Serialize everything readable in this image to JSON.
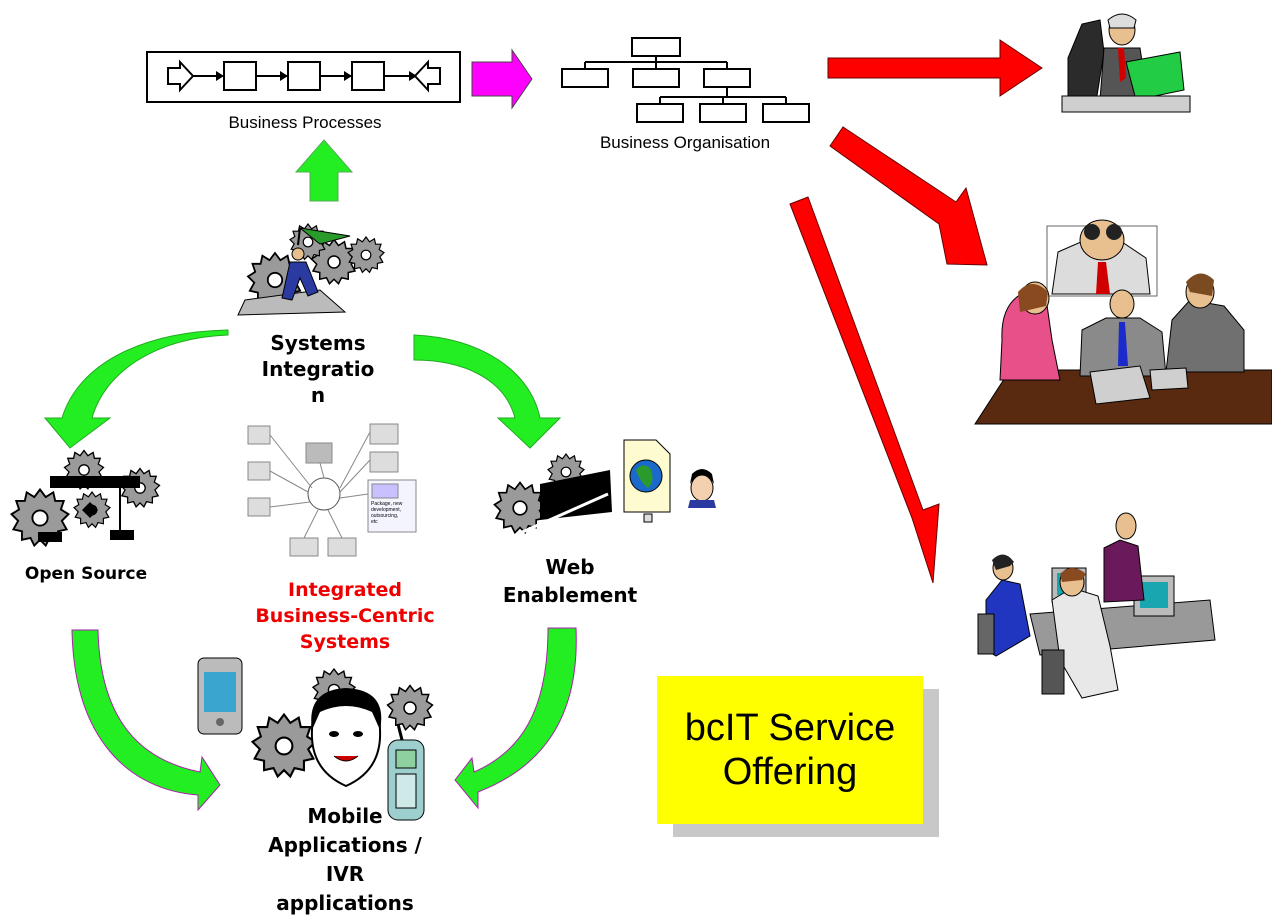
{
  "labels": {
    "business_processes": "Business Processes",
    "business_organisation": "Business Organisation",
    "systems_integration": "Systems\nIntegratio\nn",
    "open_source": "Open Source",
    "web_enablement": "Web\nEnablement",
    "integrated_systems": "Integrated\nBusiness-Centric\nSystems",
    "mobile_applications": "Mobile\nApplications /\nIVR\napplications",
    "service_offering": "bcIT Service\nOffering",
    "network_note": "Package, new\ndevelopment,\noutsourcing,\netc"
  },
  "colors": {
    "green_arrow": "#22ee22",
    "red_arrow": "#ff0000",
    "magenta_arrow": "#ff00ff",
    "offering_box": "#ffff00",
    "highlight_text": "#ee0000"
  },
  "icons": [
    "gear-icon",
    "businessman-with-flag-icon",
    "executive-reading-icon",
    "binoculars-man-icon",
    "meeting-people-icon",
    "computer-workers-icon",
    "pda-icon",
    "mobile-phone-icon",
    "globe-document-icon",
    "network-diagram-icon"
  ]
}
